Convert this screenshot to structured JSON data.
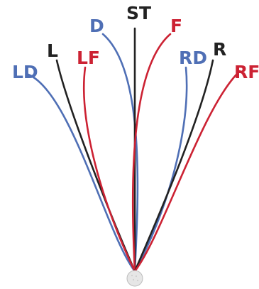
{
  "colors": {
    "black": "#222222",
    "red": "#cc2233",
    "blue": "#4f6fb5",
    "ball": "#e6e6e6"
  },
  "trajectories": [
    {
      "key": "LD",
      "label": "LD",
      "color": "blue"
    },
    {
      "key": "L",
      "label": "L",
      "color": "black"
    },
    {
      "key": "LF",
      "label": "LF",
      "color": "red"
    },
    {
      "key": "D",
      "label": "D",
      "color": "blue"
    },
    {
      "key": "ST",
      "label": "ST",
      "color": "black"
    },
    {
      "key": "F",
      "label": "F",
      "color": "red"
    },
    {
      "key": "RD",
      "label": "RD",
      "color": "blue"
    },
    {
      "key": "R",
      "label": "R",
      "color": "black"
    },
    {
      "key": "RF",
      "label": "RF",
      "color": "red"
    }
  ],
  "ball": {
    "icon": "golf-ball-icon"
  }
}
